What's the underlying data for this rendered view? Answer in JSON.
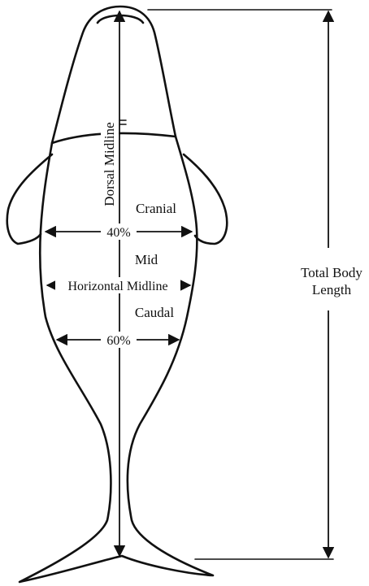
{
  "labels": {
    "dorsal_midline": "Dorsal Midline",
    "cranial": "Cranial",
    "forty_percent": "40%",
    "mid": "Mid",
    "horizontal_midline": "Horizontal Midline",
    "caudal": "Caudal",
    "sixty_percent": "60%",
    "total_body_length_line1": "Total Body",
    "total_body_length_line2": "Length"
  }
}
